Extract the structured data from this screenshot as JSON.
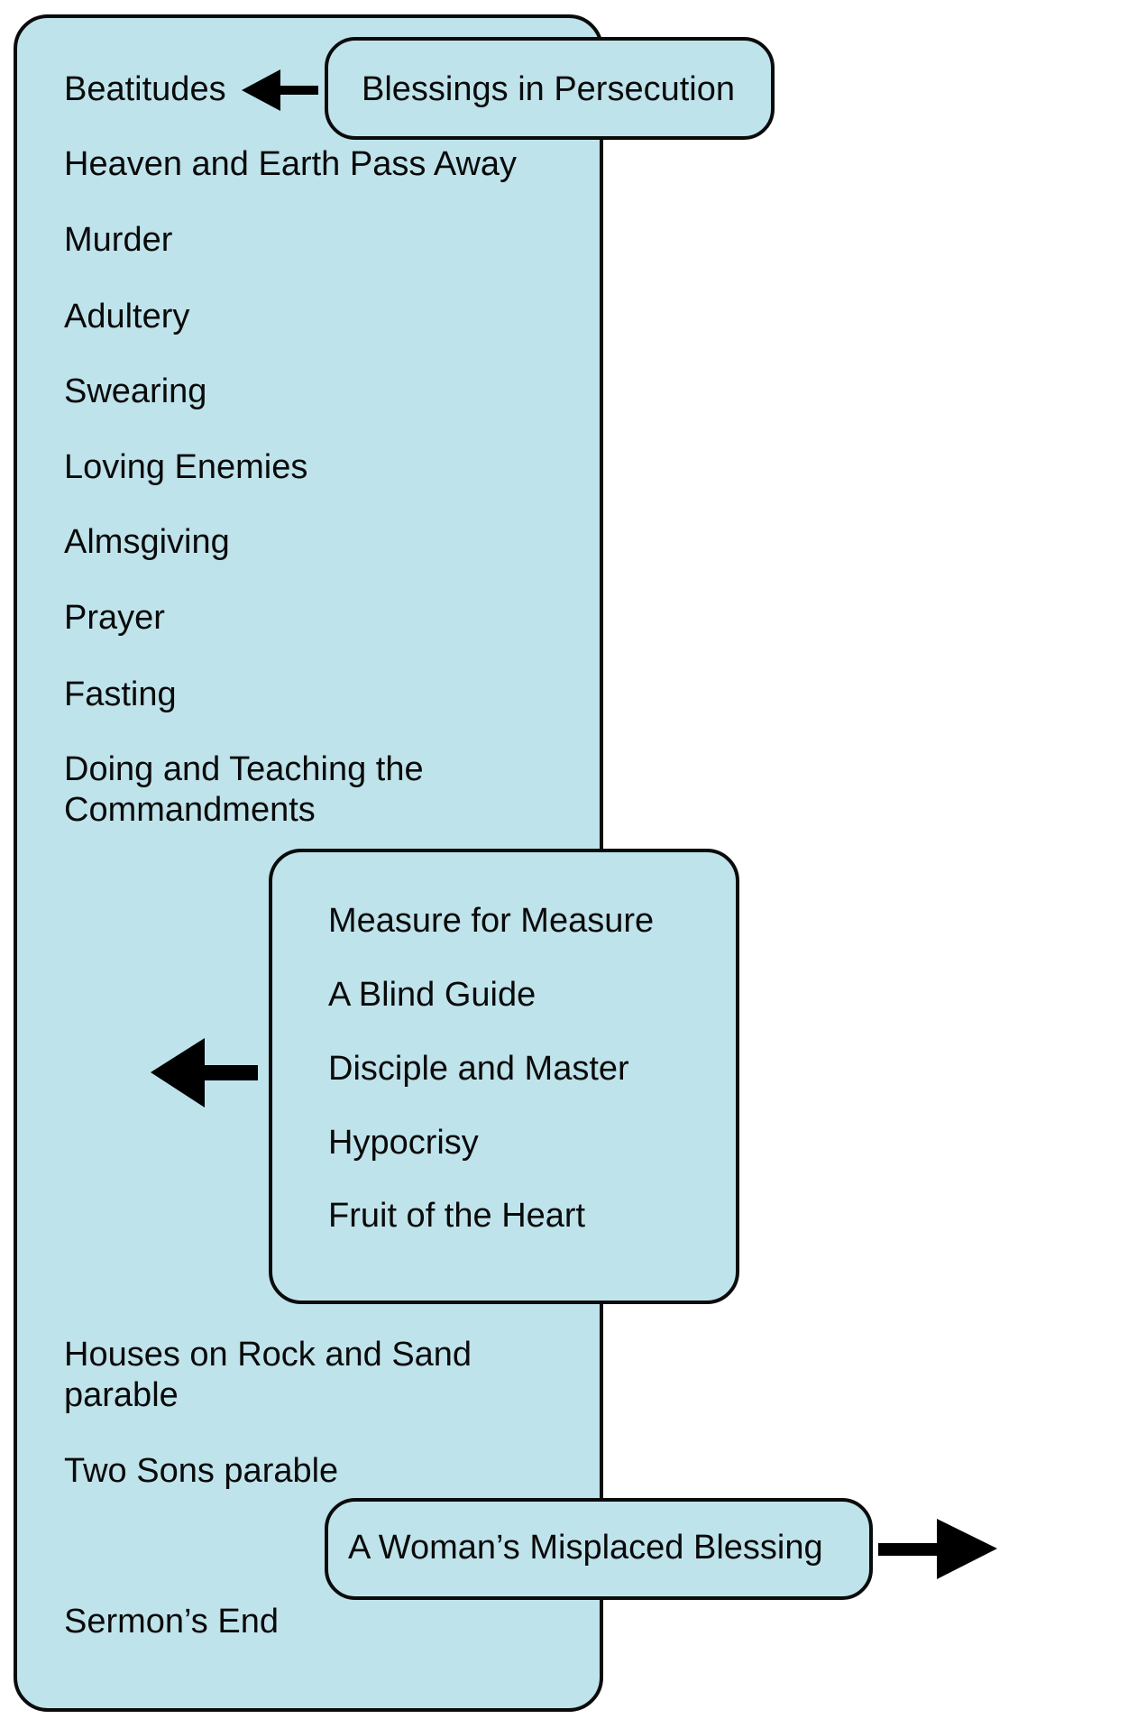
{
  "main_list": {
    "items": [
      {
        "label": "Beatitudes"
      },
      {
        "label": "Heaven and Earth Pass Away"
      },
      {
        "label": "Murder"
      },
      {
        "label": "Adultery"
      },
      {
        "label": "Swearing"
      },
      {
        "label": "Loving Enemies"
      },
      {
        "label": "Almsgiving"
      },
      {
        "label": "Prayer"
      },
      {
        "label": "Fasting"
      },
      {
        "label": "Doing and Teaching the",
        "label2": "Commandments"
      },
      {
        "label": "Houses on Rock and Sand",
        "label2": "parable"
      },
      {
        "label": "Two Sons parable"
      },
      {
        "label": "Sermon’s End"
      }
    ]
  },
  "top_callout": {
    "label": "Blessings in Persecution",
    "arrow_direction": "left",
    "points_to": "Beatitudes"
  },
  "middle_callout": {
    "items": [
      {
        "label": "Measure for Measure"
      },
      {
        "label": "A Blind Guide"
      },
      {
        "label": "Disciple and Master"
      },
      {
        "label": "Hypocrisy"
      },
      {
        "label": "Fruit of the Heart"
      }
    ],
    "arrow_direction": "left"
  },
  "bottom_callout": {
    "label": "A Woman’s Misplaced Blessing",
    "arrow_direction": "right"
  },
  "colors": {
    "box_fill": "#bfe3eb",
    "outline": "#0b0b0b",
    "text": "#0a0a0a",
    "background": "#ffffff"
  }
}
